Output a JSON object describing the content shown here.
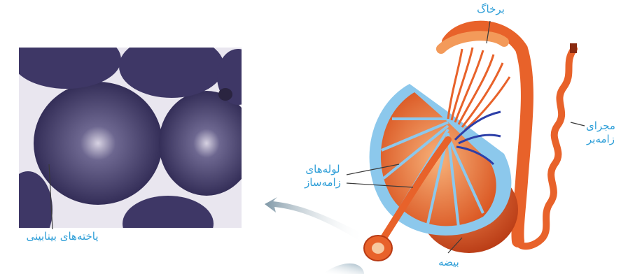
{
  "labels": {
    "barkhag": "برخاگ",
    "lule_line1": "لوله‌های",
    "lule_line2": "زامه‌ساز",
    "majra_line1": "مجرای",
    "majra_line2": "زامه‌بر",
    "yakhteh": "یاخته‌های بینابینی",
    "bizeh": "بیضه"
  },
  "colors": {
    "label_text": "#2f9fd8",
    "leader_line": "#3a3a3a",
    "tubule_orange": "#e8622a",
    "tubule_light": "#f39a5a",
    "capsule_blue": "#8cc8ec",
    "vein_blue": "#2d3fa8",
    "micrograph_purple": "#3e3766",
    "micrograph_gap": "#e9e6ef",
    "arrow_blue": "#7f97a6"
  }
}
